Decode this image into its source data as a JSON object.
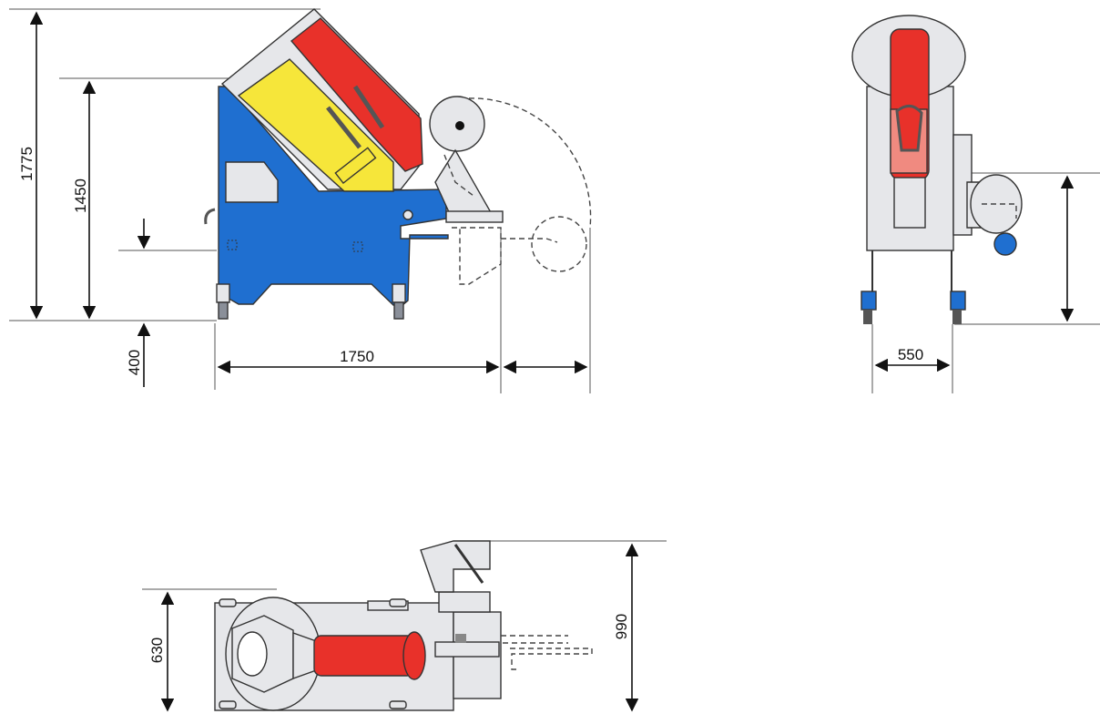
{
  "colors": {
    "blue": "#1f6fd0",
    "red": "#e8312a",
    "yellow": "#f6e63a",
    "grey": "#e6e7ea",
    "dark_grey": "#c9ccd2",
    "outline": "#333333",
    "line": "#111111"
  },
  "side_view": {
    "dim_total_height": "1775",
    "dim_hopper_height": "1450",
    "dim_base_height": "400",
    "dim_length": "1750",
    "dim_extension": ""
  },
  "front_view": {
    "dim_width": "550",
    "dim_height": ""
  },
  "top_view": {
    "dim_width_left": "630",
    "dim_width_right": "990"
  }
}
